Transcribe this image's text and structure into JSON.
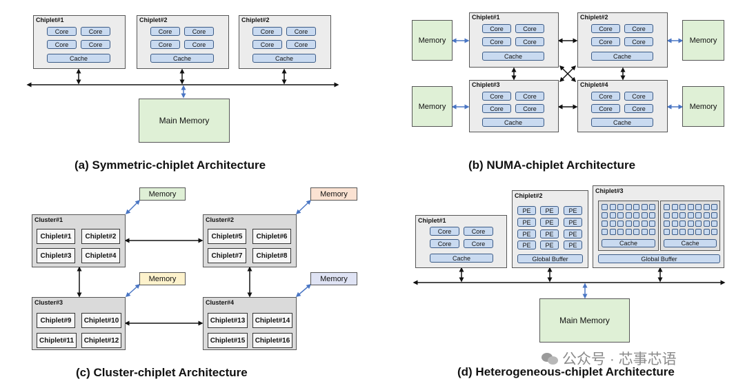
{
  "labels": {
    "chiplet1": "Chiplet#1",
    "chiplet2": "Chiplet#2",
    "chiplet3": "Chiplet#3",
    "chiplet4": "Chiplet#4",
    "core": "Core",
    "cache": "Cache",
    "memory": "Memory",
    "main_memory": "Main Memory",
    "pe": "PE",
    "global_buffer": "Global Buffer"
  },
  "captions": {
    "a": "(a) Symmetric-chiplet Architecture",
    "b": "(b) NUMA-chiplet Architecture",
    "c": "(c) Cluster-chiplet Architecture",
    "d": "(d) Heterogeneous-chiplet Architecture"
  },
  "cluster": {
    "clusters": [
      "Cluster#1",
      "Cluster#2",
      "Cluster#3",
      "Cluster#4"
    ],
    "chiplets": [
      "Chiplet#1",
      "Chiplet#2",
      "Chiplet#3",
      "Chiplet#4",
      "Chiplet#5",
      "Chiplet#6",
      "Chiplet#7",
      "Chiplet#8",
      "Chiplet#9",
      "Chiplet#10",
      "Chiplet#11",
      "Chiplet#12",
      "Chiplet#13",
      "Chiplet#14",
      "Chiplet#15",
      "Chiplet#16"
    ],
    "memory_colors": [
      "#dff0d6",
      "#fbe2d2",
      "#fdf2cc",
      "#dfe3f4"
    ]
  },
  "watermark": "公众号 · 芯事芯语",
  "colors": {
    "arrow_black": "#111111",
    "arrow_blue": "#4a76c4"
  }
}
